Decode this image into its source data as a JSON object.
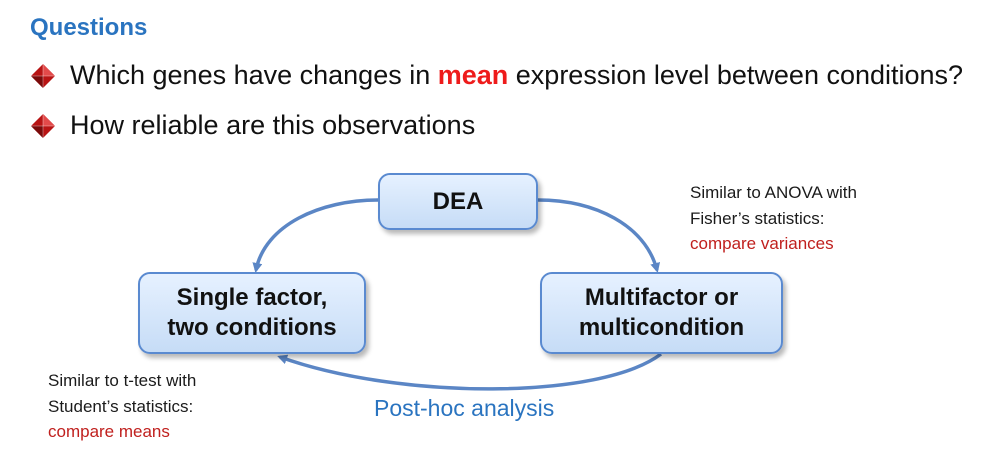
{
  "heading": "Questions",
  "bullets": [
    {
      "before": "Which genes have changes in ",
      "highlight": "mean",
      "after": " expression level between conditions?"
    },
    {
      "text": "How reliable are this observations"
    }
  ],
  "nodes": {
    "dea": "DEA",
    "single": {
      "line1": "Single factor,",
      "line2": "two conditions"
    },
    "multi": {
      "line1": "Multifactor or",
      "line2": "multicondition"
    }
  },
  "notes": {
    "anova": {
      "line1": "Similar to ANOVA with",
      "line2": "Fisher’s statistics:",
      "line3": "compare variances"
    },
    "ttest": {
      "line1": "Similar to t-test with",
      "line2": "Student’s statistics:",
      "line3": "compare means"
    }
  },
  "posthoc": "Post-hoc analysis",
  "colors": {
    "heading": "#2a74c0",
    "highlight": "#ee1b1b",
    "note_emphasis": "#c0201e",
    "node_border": "#5a8ad0",
    "arrow": "#5b86c5",
    "bullet_diamond": "#b81414"
  },
  "icons": {
    "bullet": "diamond-bullet-icon"
  }
}
